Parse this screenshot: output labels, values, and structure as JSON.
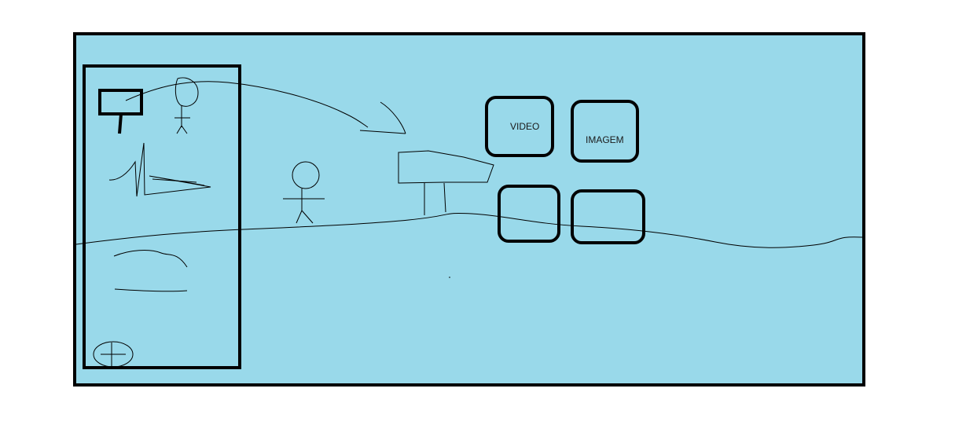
{
  "tiles": [
    {
      "label": "VIDEO"
    },
    {
      "label": "IMAGEM"
    },
    {
      "label": ""
    },
    {
      "label": ""
    }
  ],
  "sidebar": {
    "items": [
      {
        "icon": "billboard-icon"
      },
      {
        "icon": "stick-figure-icon"
      },
      {
        "icon": "landscape-sketch-icon"
      },
      {
        "icon": "scribble-line-icon"
      },
      {
        "icon": "flat-line-icon"
      },
      {
        "icon": "add-circle-icon"
      }
    ]
  },
  "scene": {
    "elements": [
      "stick-figure",
      "curved-arrow",
      "billboard-sign",
      "ground-line"
    ]
  },
  "colors": {
    "canvas": "#99d9ea",
    "stroke": "#000000"
  }
}
